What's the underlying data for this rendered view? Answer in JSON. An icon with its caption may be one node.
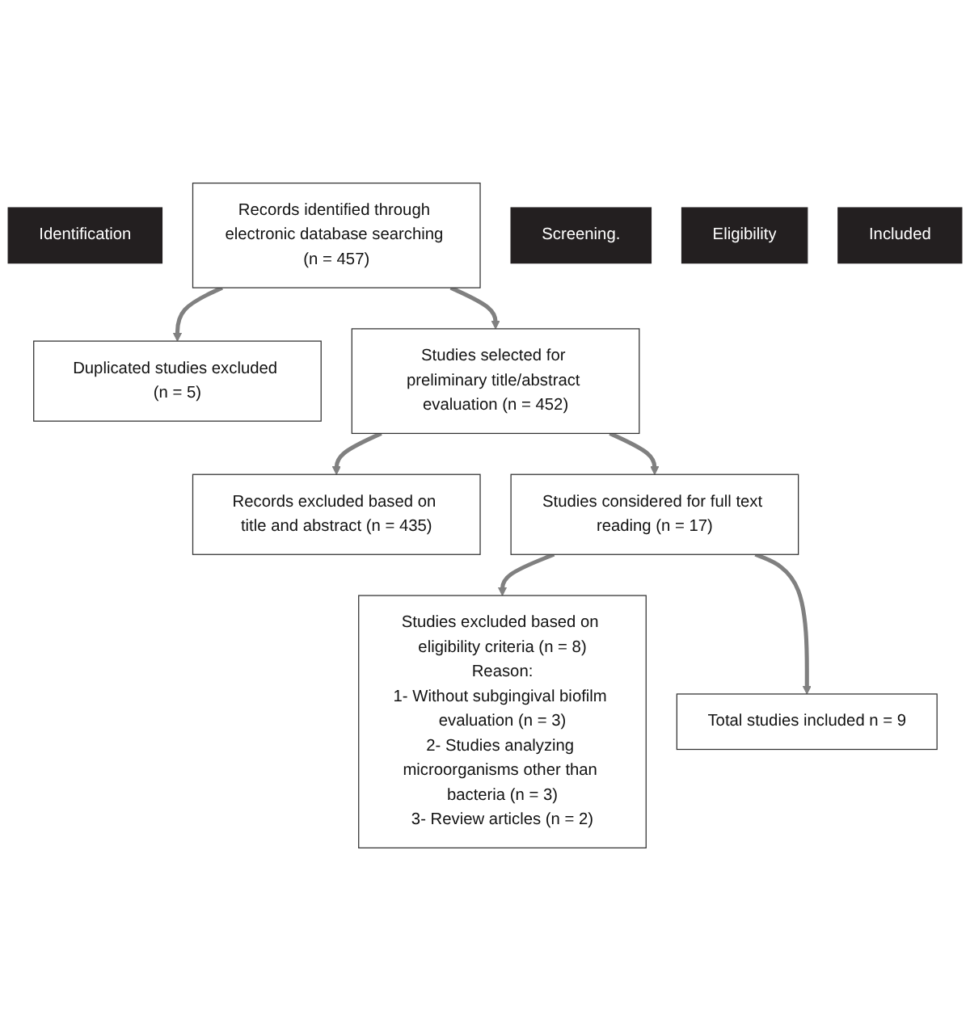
{
  "diagram": {
    "nodes": [
      {
        "text": [
          "Identification"
        ]
      },
      {
        "text": [
          "Records identified through electronic database searching (n = 457)"
        ]
      },
      {
        "text": [
          "Duplicated studies excluded (n = 5)"
        ]
      },
      {
        "text": [
          "Screening."
        ]
      },
      {
        "text": [
          "Studies selected for preliminary title/abstract evaluation (n = 452)"
        ]
      },
      {
        "text": [
          "Records excluded based on title and abstract (n = 435)"
        ]
      },
      {
        "text": [
          "Eligibility"
        ]
      },
      {
        "text": [
          "Studies considered for full text reading (n = 17)"
        ]
      },
      {
        "text": [
          "Studies excluded based on eligibility criteria (n = 8)",
          "Reason:",
          "1- Without subgingival biofilm evaluation (n = 3)",
          "2- Studies analyzing microorganisms other than bacteria (n = 3)",
          "3- Review articles (n = 2)"
        ]
      },
      {
        "text": [
          "Included"
        ]
      },
      {
        "text": [
          "Total studies included n = 9"
        ]
      }
    ],
    "edges": [
      {
        "from": 1,
        "to": 2,
        "arrow": "to"
      },
      {
        "from": 1,
        "to": 4,
        "arrow": "to"
      },
      {
        "from": 4,
        "to": 5,
        "arrow": "to"
      },
      {
        "from": 4,
        "to": 7,
        "arrow": "to"
      },
      {
        "from": 7,
        "to": 8,
        "arrow": "to"
      },
      {
        "from": 7,
        "to": 10,
        "arrow": "to"
      }
    ]
  }
}
